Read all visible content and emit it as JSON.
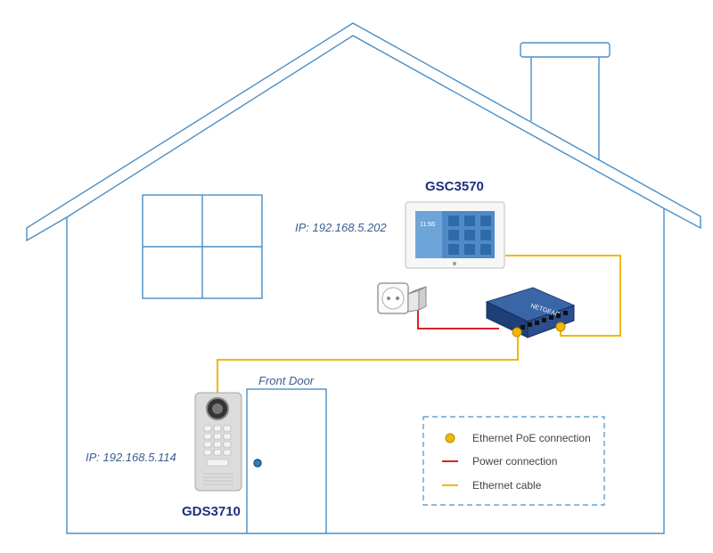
{
  "devices": {
    "indoor_name": "GSC3570",
    "indoor_ip": "IP: 192.168.5.202",
    "door_name": "GDS3710",
    "door_ip": "IP: 192.168.5.114",
    "switch_brand": "NETGEAR",
    "screen_time": "11:56"
  },
  "front_door_label": "Front Door",
  "legend": {
    "items": [
      {
        "label": "Ethernet PoE connection",
        "symbol": "dot"
      },
      {
        "label": "Power connection",
        "symbol": "line"
      },
      {
        "label": "Ethernet cable",
        "symbol": "line"
      }
    ]
  },
  "colors": {
    "house_line": "#4a8fc7",
    "ethernet": "#f2b705",
    "power": "#d8232a",
    "label_dark": "#1f2f7a",
    "label_italic": "#3b5d8f"
  }
}
